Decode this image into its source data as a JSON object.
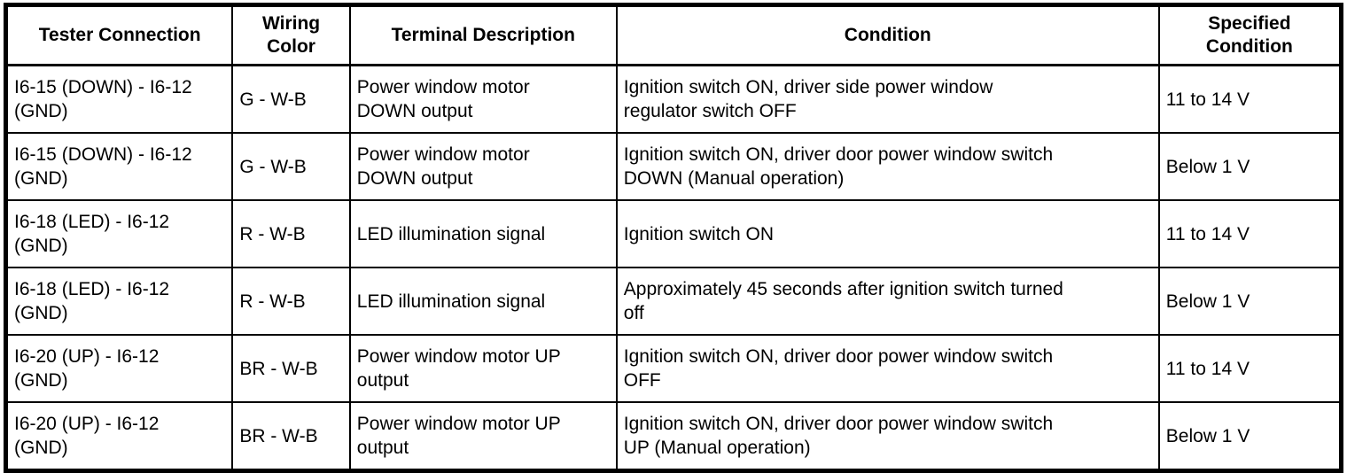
{
  "table": {
    "headers": [
      "Tester Connection",
      "Wiring\nColor",
      "Terminal Description",
      "Condition",
      "Specified\nCondition"
    ],
    "rows": [
      {
        "tester_connection": "I6-15 (DOWN) - I6-12\n(GND)",
        "wiring_color": "G - W-B",
        "terminal_description": "Power window motor\nDOWN output",
        "condition": "Ignition switch ON, driver side power window\nregulator switch OFF",
        "specified_condition": "11 to 14 V"
      },
      {
        "tester_connection": "I6-15 (DOWN) - I6-12\n(GND)",
        "wiring_color": "G - W-B",
        "terminal_description": "Power window motor\nDOWN output",
        "condition": "Ignition switch ON, driver door power window switch\nDOWN (Manual operation)",
        "specified_condition": "Below 1 V"
      },
      {
        "tester_connection": "I6-18 (LED) - I6-12\n(GND)",
        "wiring_color": "R - W-B",
        "terminal_description": "LED illumination signal",
        "condition": "Ignition switch ON",
        "specified_condition": "11 to 14 V"
      },
      {
        "tester_connection": "I6-18 (LED) - I6-12\n(GND)",
        "wiring_color": "R - W-B",
        "terminal_description": "LED illumination signal",
        "condition": "Approximately 45 seconds after ignition switch turned\noff",
        "specified_condition": "Below 1 V"
      },
      {
        "tester_connection": "I6-20 (UP) - I6-12\n(GND)",
        "wiring_color": "BR - W-B",
        "terminal_description": "Power window motor UP\noutput",
        "condition": "Ignition switch ON, driver door power window switch\nOFF",
        "specified_condition": "11 to 14 V"
      },
      {
        "tester_connection": "I6-20 (UP) - I6-12\n(GND)",
        "wiring_color": "BR - W-B",
        "terminal_description": "Power window motor UP\noutput",
        "condition": "Ignition switch ON, driver door power window switch\nUP (Manual operation)",
        "specified_condition": "Below 1 V"
      }
    ]
  }
}
